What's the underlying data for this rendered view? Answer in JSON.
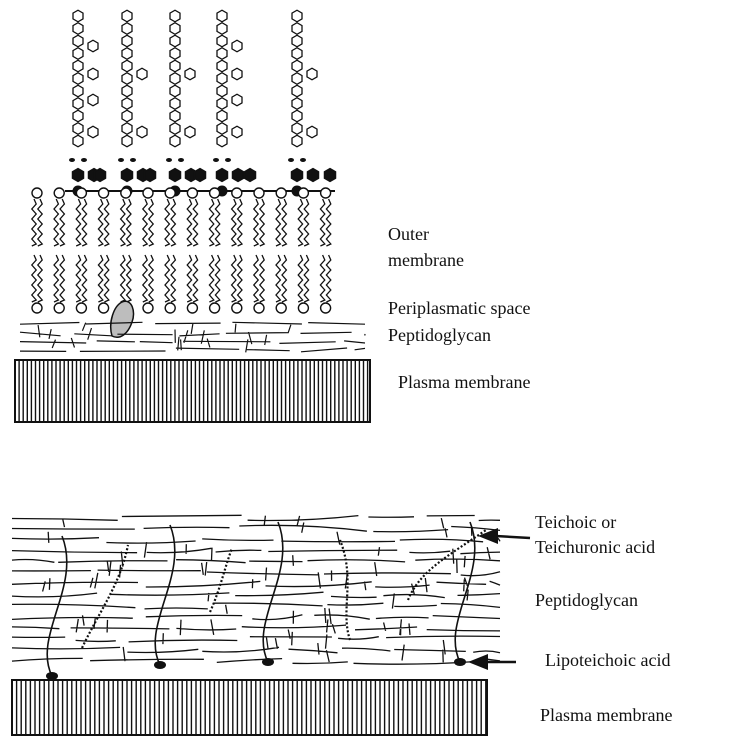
{
  "gram_negative": {
    "labels": {
      "outer_membrane_line1": "Outer",
      "outer_membrane_line2": "membrane",
      "periplasmic_space": "Periplasmatic space",
      "peptidoglycan": "Peptidoglycan",
      "plasma_membrane": "Plasma membrane"
    }
  },
  "gram_positive": {
    "labels": {
      "teichoic_line1": "Teichoic or",
      "teichoic_line2": "Teichuronic acid",
      "peptidoglycan": "Peptidoglycan",
      "lipoteichoic_acid": "Lipoteichoic acid",
      "plasma_membrane": "Plasma membrane"
    }
  },
  "colors": {
    "ink": "#111111",
    "protein_fill": "#bdbdbd",
    "background": "#ffffff"
  }
}
